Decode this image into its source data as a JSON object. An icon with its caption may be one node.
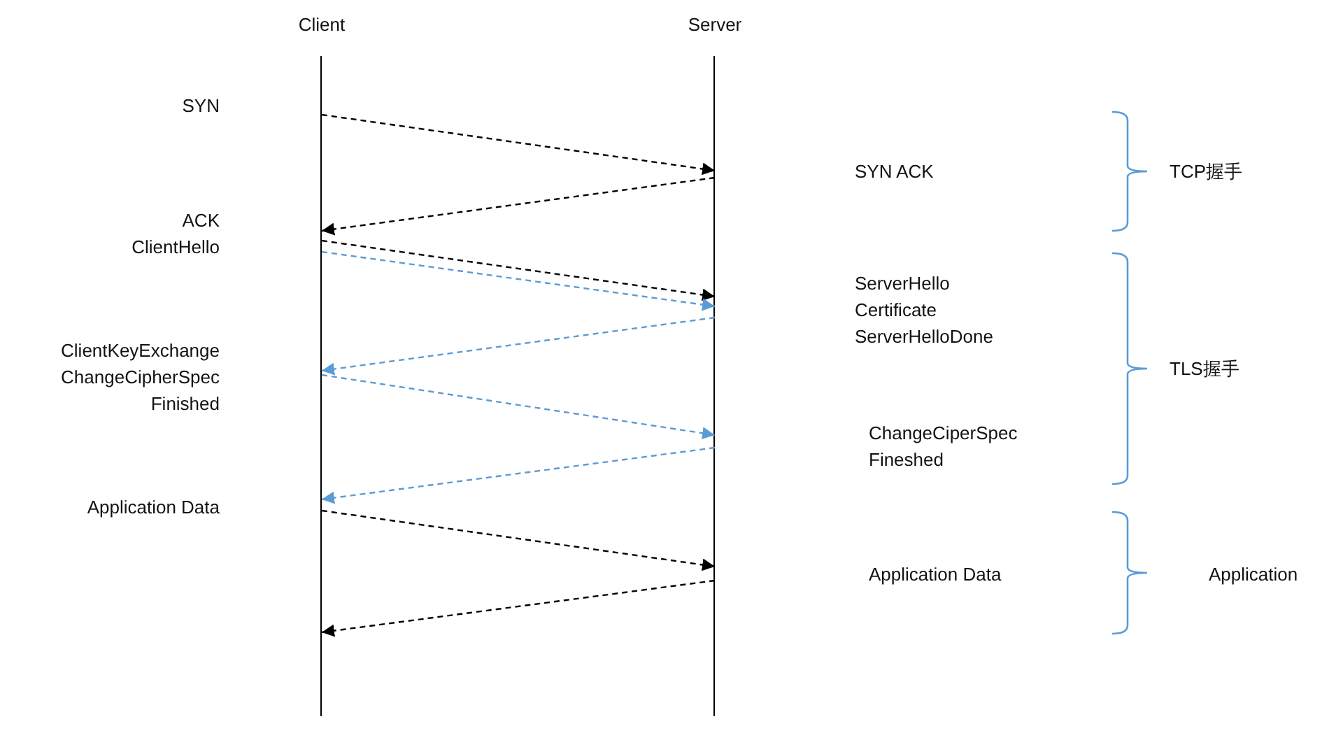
{
  "diagram": {
    "nodes": [
      {
        "text": [
          "Client"
        ]
      },
      {
        "text": [
          "Server"
        ]
      }
    ],
    "edges": [
      {
        "from": 0,
        "to": 1,
        "arrow": "to",
        "style": "dashed"
      },
      {
        "from": 1,
        "to": 0,
        "arrow": "to",
        "style": "dashed"
      },
      {
        "from": 0,
        "to": 1,
        "arrow": "to",
        "style": "dashed"
      },
      {
        "from": 0,
        "to": 1,
        "arrow": "to",
        "style": "dashed",
        "color": "#5b9bd5"
      },
      {
        "from": 1,
        "to": 0,
        "arrow": "to",
        "style": "dashed",
        "color": "#5b9bd5"
      },
      {
        "from": 0,
        "to": 1,
        "arrow": "to",
        "style": "dashed",
        "color": "#5b9bd5"
      },
      {
        "from": 1,
        "to": 0,
        "arrow": "to",
        "style": "dashed",
        "color": "#5b9bd5"
      },
      {
        "from": 0,
        "to": 1,
        "arrow": "to",
        "style": "dashed"
      },
      {
        "from": 1,
        "to": 0,
        "arrow": "to",
        "style": "dashed"
      }
    ],
    "labels": [
      "SYN",
      "SYN ACK",
      "TCP握手",
      "ACK",
      "ClientHello",
      "ServerHello Certificate ServerHelloDone",
      "ClientKeyExchange ChangeCipherSpec Finished",
      "TLS握手",
      "ChangeCiperSpec Fineshed",
      "Application Data",
      "Application Data",
      "Application"
    ]
  }
}
